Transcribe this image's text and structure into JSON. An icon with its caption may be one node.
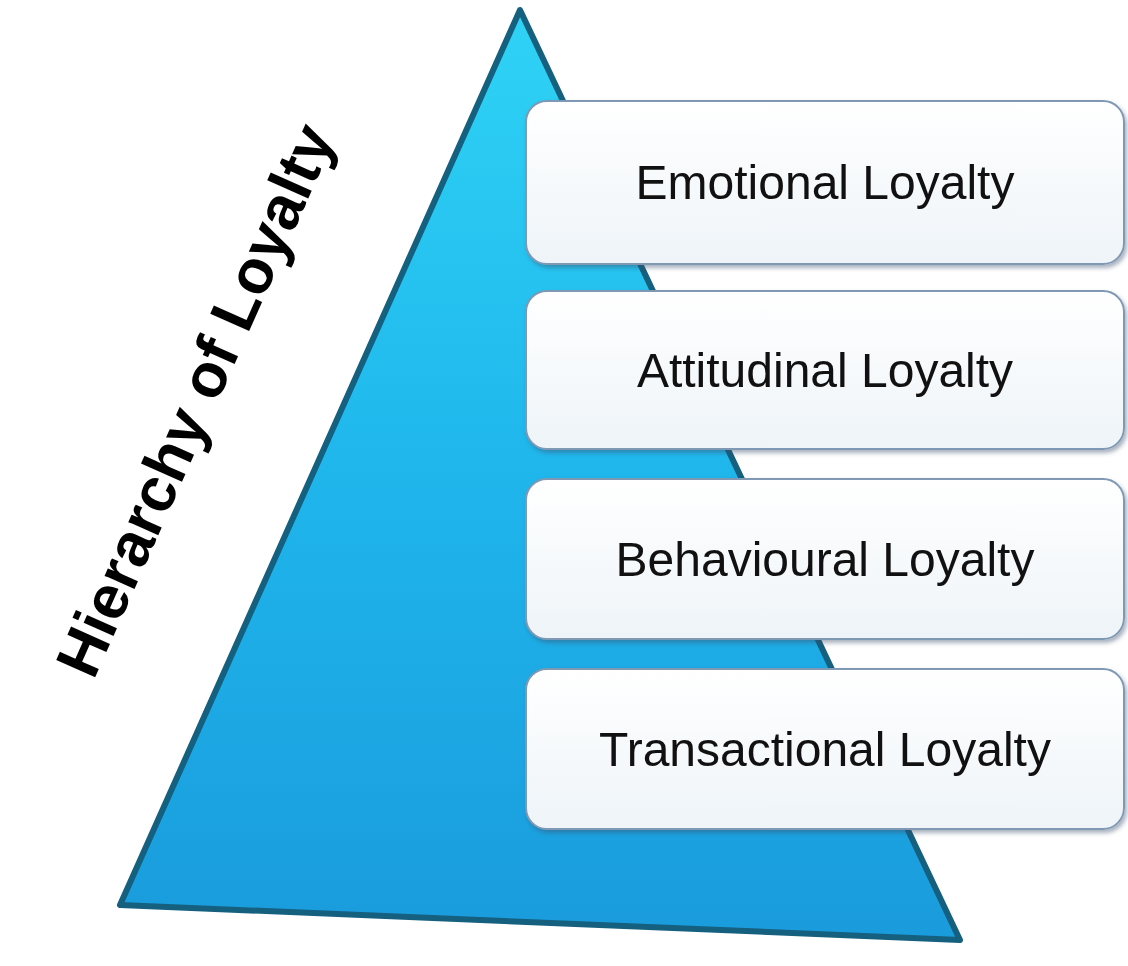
{
  "diagram": {
    "nodes": [
      {
        "text": [
          "Hierarchy of Loyalty"
        ]
      },
      {
        "text": [
          "Emotional Loyalty"
        ]
      },
      {
        "text": [
          "Attitudinal Loyalty"
        ]
      },
      {
        "text": [
          "Behavioural Loyalty"
        ]
      },
      {
        "text": [
          "Transactional Loyalty"
        ]
      }
    ]
  }
}
